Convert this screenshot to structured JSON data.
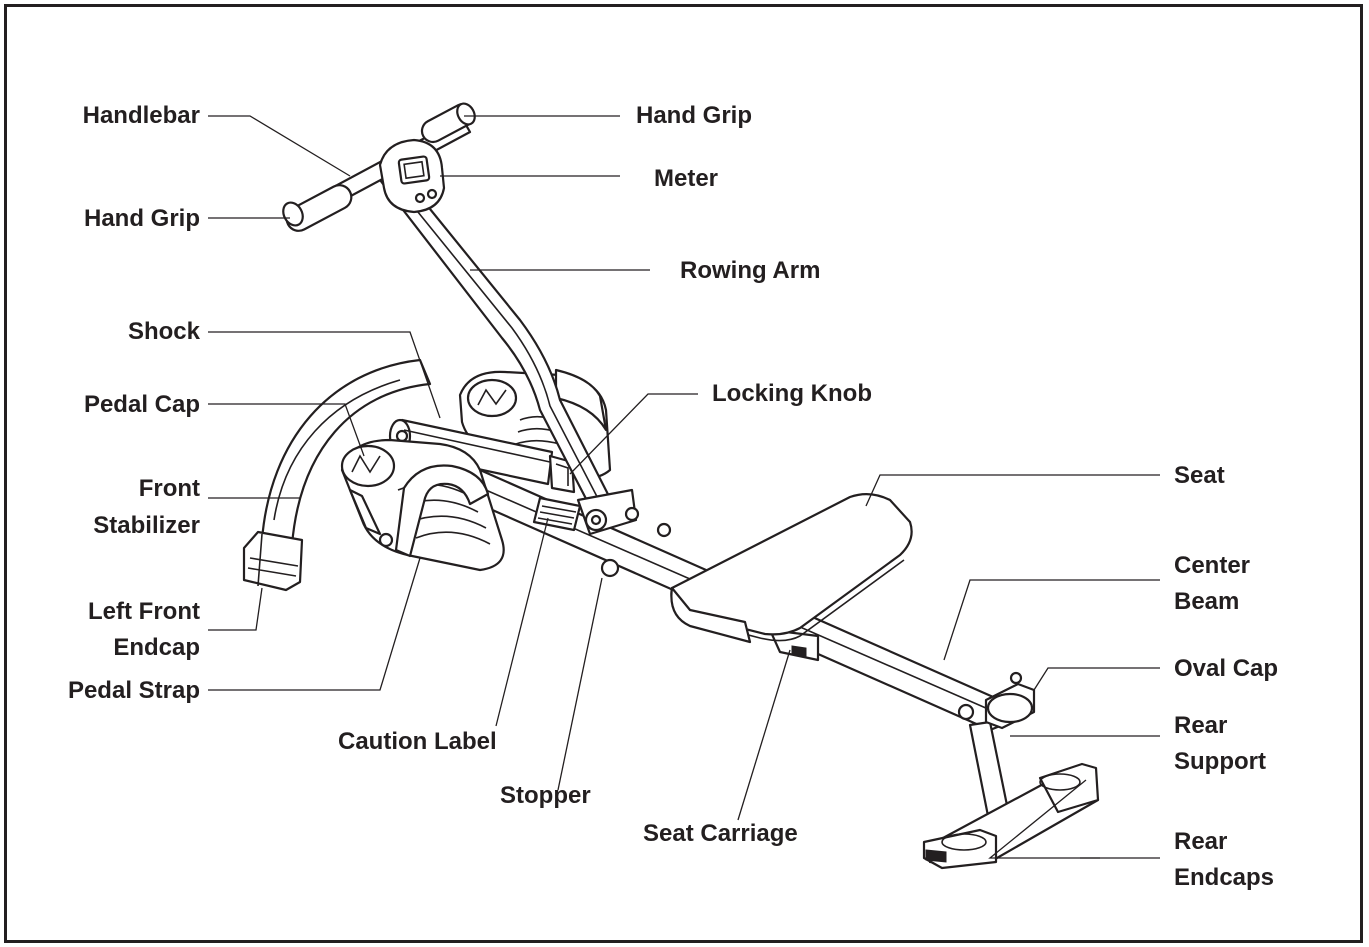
{
  "labels": {
    "handlebar": "Handlebar",
    "hand_grip_right": "Hand Grip",
    "meter": "Meter",
    "hand_grip_left": "Hand Grip",
    "rowing_arm": "Rowing Arm",
    "shock": "Shock",
    "locking_knob": "Locking Knob",
    "pedal_cap": "Pedal Cap",
    "seat": "Seat",
    "front_stabilizer": "Front\nStabilizer",
    "center_beam": "Center\nBeam",
    "left_front_endcap": "Left Front\nEndcap",
    "oval_cap": "Oval Cap",
    "pedal_strap": "Pedal Strap",
    "rear_support": "Rear\nSupport",
    "caution_label": "Caution Label",
    "stopper": "Stopper",
    "seat_carriage": "Seat Carriage",
    "rear_endcaps": "Rear\nEndcaps"
  },
  "colors": {
    "line": "#231f20",
    "background": "#ffffff"
  }
}
